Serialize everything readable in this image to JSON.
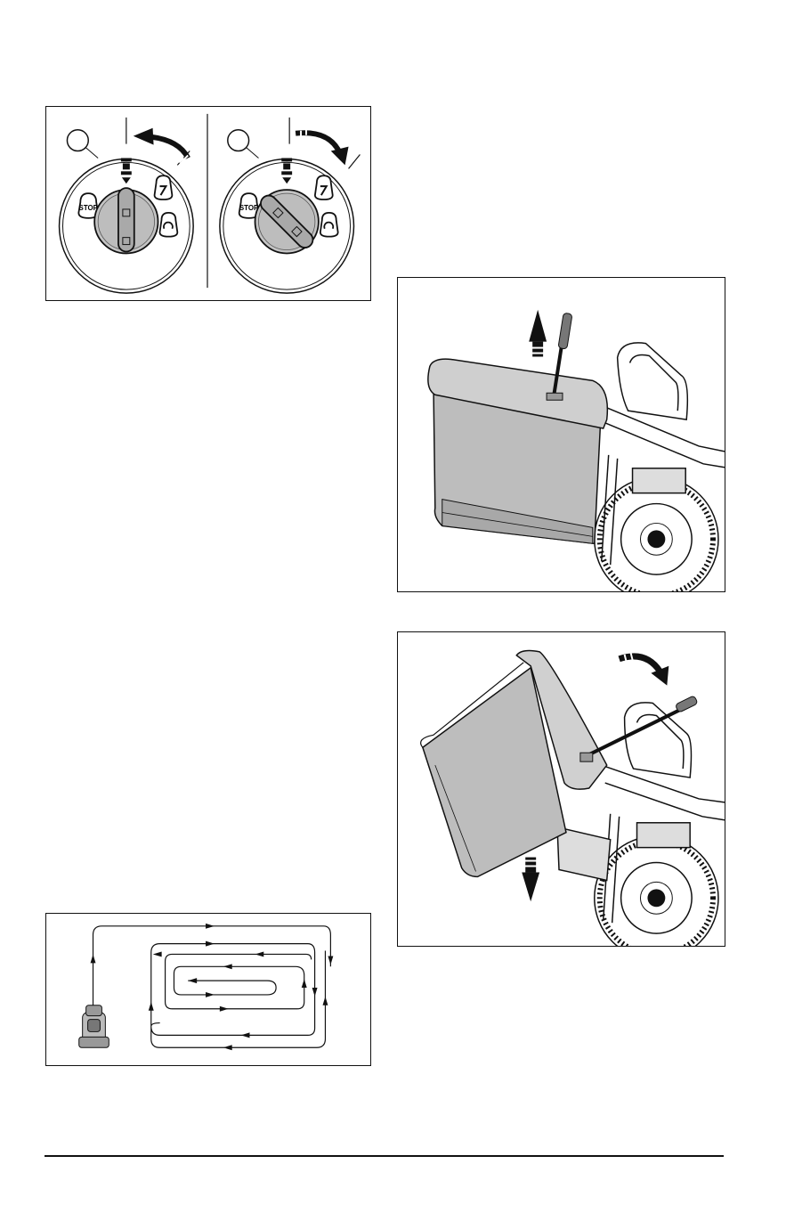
{
  "page": {
    "figures": [
      {
        "name": "ignition-key-figure",
        "callouts": [
          "",
          ""
        ],
        "switch_label": "STOP"
      },
      {
        "name": "mowing-pattern-figure"
      },
      {
        "name": "grass-bag-lift-figure"
      },
      {
        "name": "grass-bag-tip-figure"
      }
    ],
    "footer": {
      "text": ""
    }
  }
}
